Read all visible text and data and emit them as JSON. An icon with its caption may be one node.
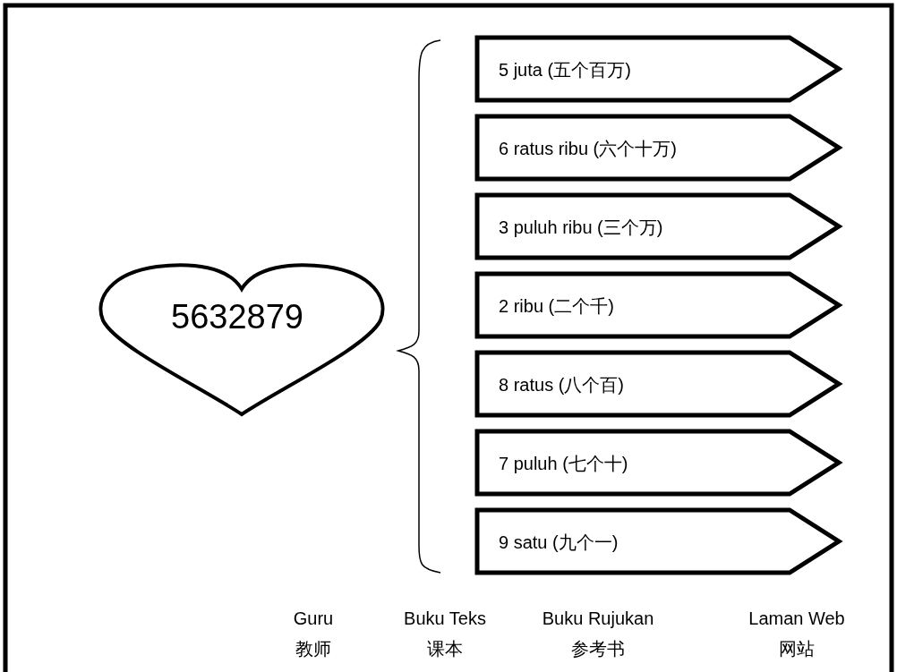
{
  "diagram": {
    "nodes": [
      {
        "text": [
          "5632879"
        ]
      },
      {
        "text": [
          "5 juta (五个百万)"
        ]
      },
      {
        "text": [
          "6 ratus ribu (六个十万)"
        ]
      },
      {
        "text": [
          "3 puluh ribu (三个万)"
        ]
      },
      {
        "text": [
          "2 ribu (二个千)"
        ]
      },
      {
        "text": [
          "8 ratus (八个百)"
        ]
      },
      {
        "text": [
          "7 puluh (七个十)"
        ]
      },
      {
        "text": [
          "9 satu (九个一)"
        ]
      }
    ],
    "labels": [
      "Guru",
      "Buku Teks",
      "Buku Rujukan",
      "Laman Web",
      "教师",
      "课本",
      "参考书",
      "网站"
    ]
  }
}
